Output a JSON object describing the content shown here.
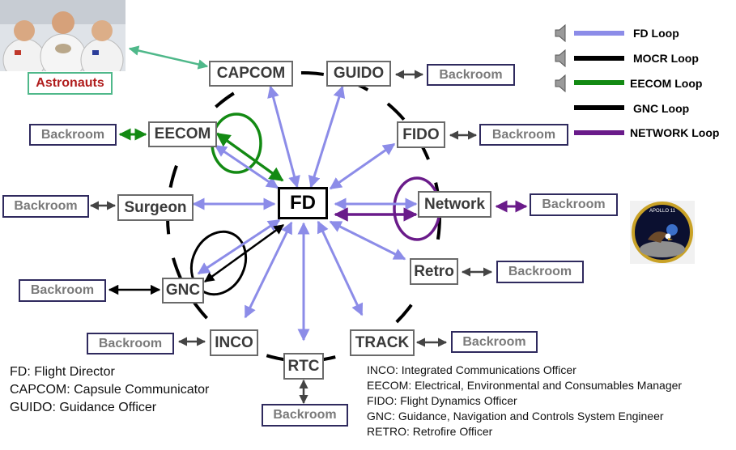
{
  "colors": {
    "fd_loop": "#8c8ce8",
    "mocr_loop": "#000000",
    "eecom_loop": "#138a13",
    "gnc_loop": "#000000",
    "network_loop": "#6a1b8a",
    "astronaut_link": "#4fb88a",
    "station_border": "#6a6a6a",
    "backroom_border": "#2f2a5e"
  },
  "nodes": {
    "fd": "FD",
    "capcom": "CAPCOM",
    "guido": "GUIDO",
    "eecom": "EECOM",
    "fido": "FIDO",
    "surgeon": "Surgeon",
    "network": "Network",
    "gnc": "GNC",
    "retro": "Retro",
    "inco": "INCO",
    "track": "TRACK",
    "rtc": "RTC",
    "astronauts": "Astronauts"
  },
  "backroom_label": "Backroom",
  "legend": [
    {
      "label": "FD Loop",
      "color": "#8c8ce8",
      "speaker": true
    },
    {
      "label": "MOCR Loop",
      "color": "#000000",
      "speaker": true
    },
    {
      "label": "EECOM Loop",
      "color": "#138a13",
      "speaker": true
    },
    {
      "label": "GNC Loop",
      "color": "#000000",
      "speaker": false
    },
    {
      "label": "NETWORK Loop",
      "color": "#6a1b8a",
      "speaker": false
    }
  ],
  "glossary_left": [
    "FD: Flight Director",
    "CAPCOM: Capsule Communicator",
    "GUIDO: Guidance Officer"
  ],
  "glossary_right": [
    "INCO: Integrated Communications Officer",
    "EECOM: Electrical, Environmental  and Consumables Manager",
    "FIDO: Flight Dynamics Officer",
    "GNC: Guidance, Navigation and Controls System Engineer",
    "RETRO: Retrofire Officer"
  ],
  "patch_text": "APOLLO 11",
  "icons": {
    "speaker": "speaker-icon",
    "astronaut_photo": "astronaut-photo",
    "mission_patch": "apollo-11-patch"
  }
}
